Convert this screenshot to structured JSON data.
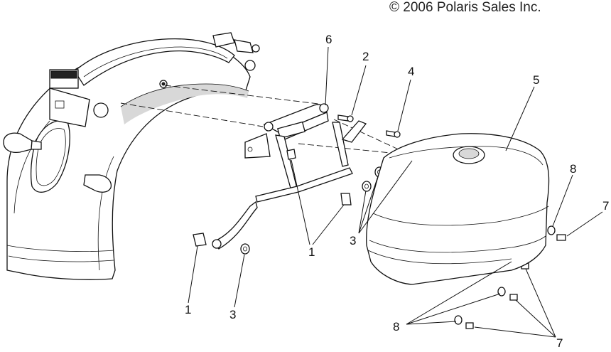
{
  "copyright": "© 2006 Polaris Sales Inc.",
  "callouts": [
    {
      "id": "c1a",
      "text": "1"
    },
    {
      "id": "c1b",
      "text": "1"
    },
    {
      "id": "c2",
      "text": "2"
    },
    {
      "id": "c3a",
      "text": "3"
    },
    {
      "id": "c3b",
      "text": "3"
    },
    {
      "id": "c4",
      "text": "4"
    },
    {
      "id": "c5",
      "text": "5"
    },
    {
      "id": "c6",
      "text": "6"
    },
    {
      "id": "c7a",
      "text": "7"
    },
    {
      "id": "c7b",
      "text": "7"
    },
    {
      "id": "c8a",
      "text": "8"
    },
    {
      "id": "c8b",
      "text": "8"
    }
  ]
}
